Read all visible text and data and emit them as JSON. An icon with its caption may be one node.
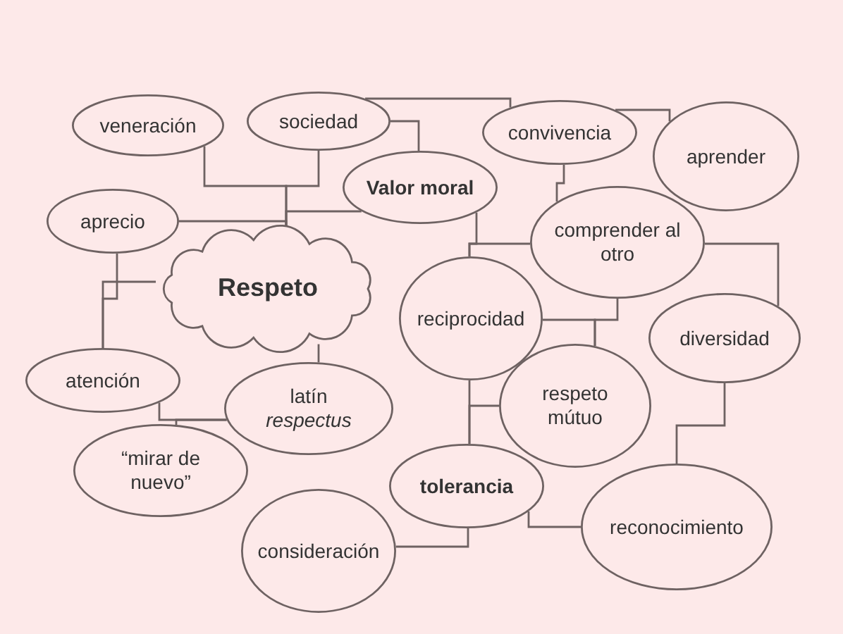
{
  "diagram": {
    "nodes": [
      {
        "text": [
          "veneración"
        ]
      },
      {
        "text": [
          "sociedad"
        ]
      },
      {
        "text": [
          "Valor moral"
        ]
      },
      {
        "text": [
          "convivencia"
        ]
      },
      {
        "text": [
          "aprender"
        ]
      },
      {
        "text": [
          "aprecio"
        ]
      },
      {
        "text": [
          "Respeto"
        ]
      },
      {
        "text": [
          "comprender al otro"
        ]
      },
      {
        "text": [
          "reciprocidad"
        ]
      },
      {
        "text": [
          "diversidad"
        ]
      },
      {
        "text": [
          "atención"
        ]
      },
      {
        "text": [
          "latín *respectus*"
        ]
      },
      {
        "text": [
          "respeto mútuo"
        ]
      },
      {
        "text": [
          "“mirar de nuevo”"
        ]
      },
      {
        "text": [
          "tolerancia"
        ]
      },
      {
        "text": [
          "consideración"
        ]
      },
      {
        "text": [
          "reconocimiento"
        ]
      }
    ],
    "edges": [
      {
        "from": 0,
        "to": 6,
        "arrow": "none"
      },
      {
        "from": 1,
        "to": 6,
        "arrow": "none"
      },
      {
        "from": 2,
        "to": 6,
        "arrow": "none"
      },
      {
        "from": 5,
        "to": 6,
        "arrow": "none"
      },
      {
        "from": 1,
        "to": 2,
        "arrow": "none"
      },
      {
        "from": 1,
        "to": 3,
        "arrow": "none"
      },
      {
        "from": 3,
        "to": 4,
        "arrow": "none"
      },
      {
        "from": 3,
        "to": 7,
        "arrow": "none"
      },
      {
        "from": 2,
        "to": 8,
        "arrow": "none"
      },
      {
        "from": 7,
        "to": 8,
        "arrow": "none"
      },
      {
        "from": 7,
        "to": 9,
        "arrow": "none"
      },
      {
        "from": 7,
        "to": 12,
        "arrow": "none"
      },
      {
        "from": 8,
        "to": 12,
        "arrow": "none"
      },
      {
        "from": 6,
        "to": 10,
        "arrow": "none"
      },
      {
        "from": 5,
        "to": 10,
        "arrow": "none"
      },
      {
        "from": 6,
        "to": 11,
        "arrow": "none"
      },
      {
        "from": 10,
        "to": 11,
        "arrow": "none"
      },
      {
        "from": 13,
        "to": 11,
        "arrow": "none"
      },
      {
        "from": 8,
        "to": 14,
        "arrow": "none"
      },
      {
        "from": 12,
        "to": 14,
        "arrow": "none"
      },
      {
        "from": 9,
        "to": 16,
        "arrow": "none"
      },
      {
        "from": 14,
        "to": 16,
        "arrow": "none"
      },
      {
        "from": 15,
        "to": 14,
        "arrow": "none"
      }
    ]
  }
}
